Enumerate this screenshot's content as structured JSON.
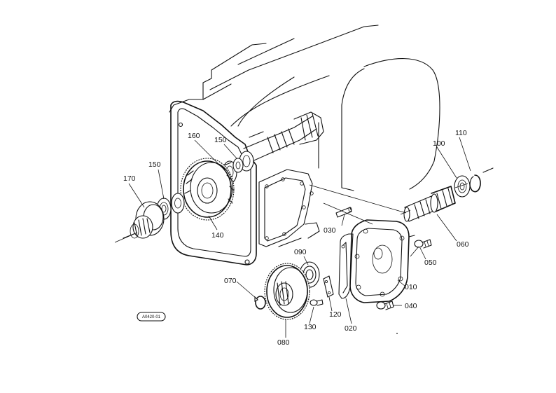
{
  "drawing_code": "A0420-01",
  "labels": {
    "p010": "010",
    "p020": "020",
    "p030": "030",
    "p040": "040",
    "p050": "050",
    "p060": "060",
    "p070": "070",
    "p080": "080",
    "p090": "090",
    "p100": "100",
    "p110": "110",
    "p120": "120",
    "p130": "130",
    "p140": "140",
    "p150a": "150",
    "p150b": "150",
    "p160": "160",
    "p170": "170"
  }
}
